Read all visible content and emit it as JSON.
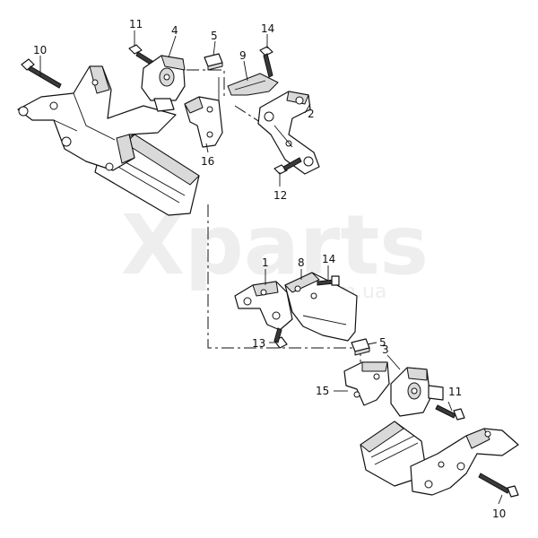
{
  "watermark": {
    "main": "Xparts",
    "sub": "com.ua"
  },
  "callouts": {
    "c10_top": "10",
    "c11_top": "11",
    "c4": "4",
    "c5_top": "5",
    "c14_top": "14",
    "c9": "9",
    "c2": "2",
    "c16": "16",
    "c12": "12",
    "c1": "1",
    "c8": "8",
    "c14_bot": "14",
    "c13": "13",
    "c5_bot": "5",
    "c3": "3",
    "c15": "15",
    "c11_bot": "11",
    "c10_bot": "10"
  }
}
